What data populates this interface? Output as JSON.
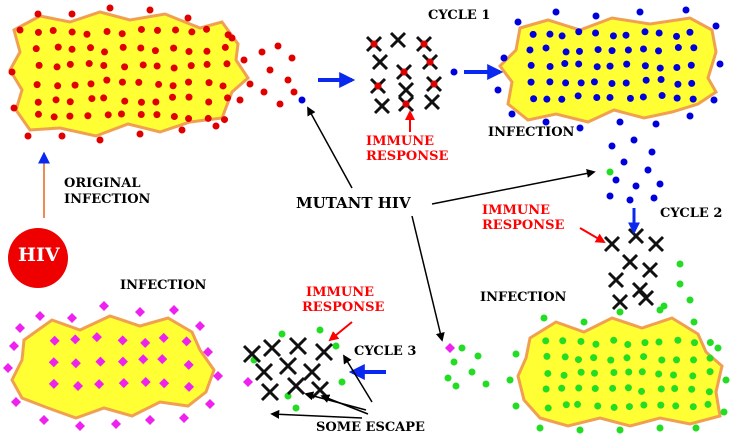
{
  "colors": {
    "cell_fill": "#ffff33",
    "cell_border": "#f0a050",
    "original_virus": "#e00000",
    "cycle1_virus": "#0000dd",
    "cycle2_virus": "#22dd22",
    "cycle3_virus": "#ee22ee",
    "immune_response": "#ff0000",
    "hiv_circle": "#ee0000",
    "arrow_blue": "#0a28f0",
    "arrow_black": "#000000",
    "arrow_orange": "#f08a50"
  },
  "labels": {
    "cycle1": "CYCLE 1",
    "cycle2": "CYCLE 2",
    "cycle3": "CYCLE 3",
    "immune1_line1": "IMMUNE",
    "immune1_line2": "RESPONSE",
    "immune2_line1": "IMMUNE",
    "immune2_line2": "RESPONSE",
    "immune3_line1": "IMMUNE",
    "immune3_line2": "RESPONSE",
    "infection_top_right": "INFECTION",
    "infection_middle_right": "INFECTION",
    "infection_bottom_left": "INFECTION",
    "original_line1": "ORIGINAL",
    "original_line2": "INFECTION",
    "mutant_hiv": "MUTANT HIV",
    "hiv": "HIV",
    "some_escape": "SOME ESCAPE"
  }
}
